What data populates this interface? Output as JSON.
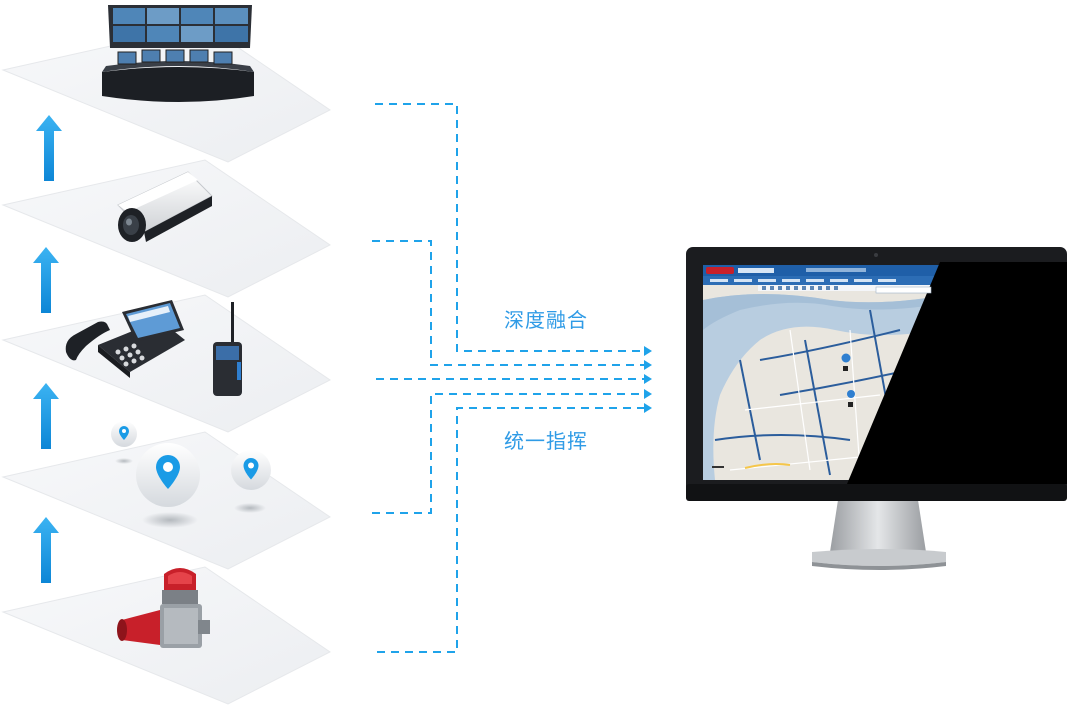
{
  "labels": {
    "fusion": "深度融合",
    "command": "统一指挥"
  },
  "colors": {
    "accent": "#1a9be6",
    "arrow_blue": "#1fa3ea",
    "layer_fill": "#f2f3f5",
    "screen_dark": "#000000",
    "map_water": "#b8cde0",
    "map_land": "#e9e6df",
    "app_header": "#1f5fa8",
    "alarm_red": "#c8202a"
  },
  "layers": [
    {
      "icon": "video-wall-console-icon"
    },
    {
      "icon": "surveillance-camera-icon"
    },
    {
      "icon": "desk-phone-and-radio-icon"
    },
    {
      "icon": "location-pin-icon"
    },
    {
      "icon": "alarm-siren-icon"
    }
  ],
  "monitor": {
    "icon": "computer-monitor-icon",
    "content": "command-map-app"
  }
}
